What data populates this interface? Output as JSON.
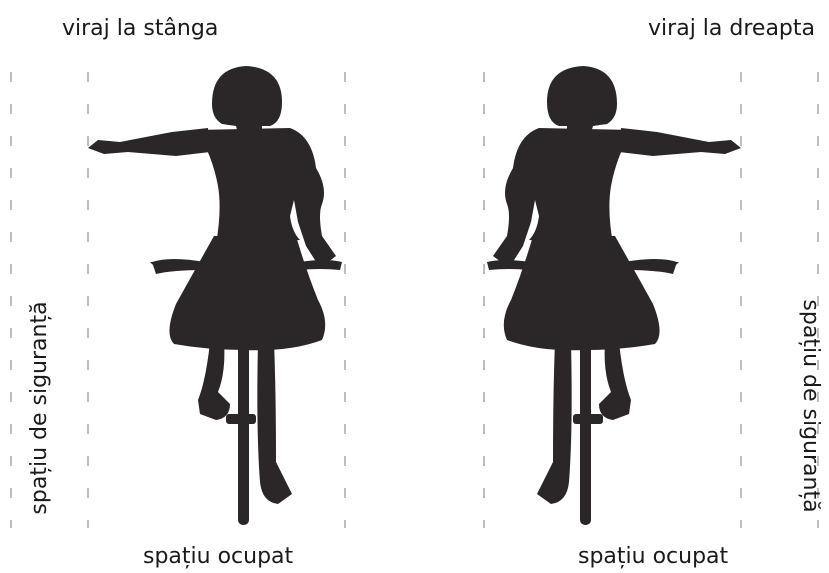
{
  "panels": [
    {
      "title": "viraj la stânga",
      "occupied": "spațiu ocupat",
      "safety": "spațiu de siguranță"
    },
    {
      "title": "viraj la dreapta",
      "occupied": "spațiu ocupat",
      "safety": "spațiu de siguranță"
    }
  ],
  "colors": {
    "silhouette": "#2b2728",
    "dash": "#9a9a9a",
    "text": "#1a1a1a"
  }
}
